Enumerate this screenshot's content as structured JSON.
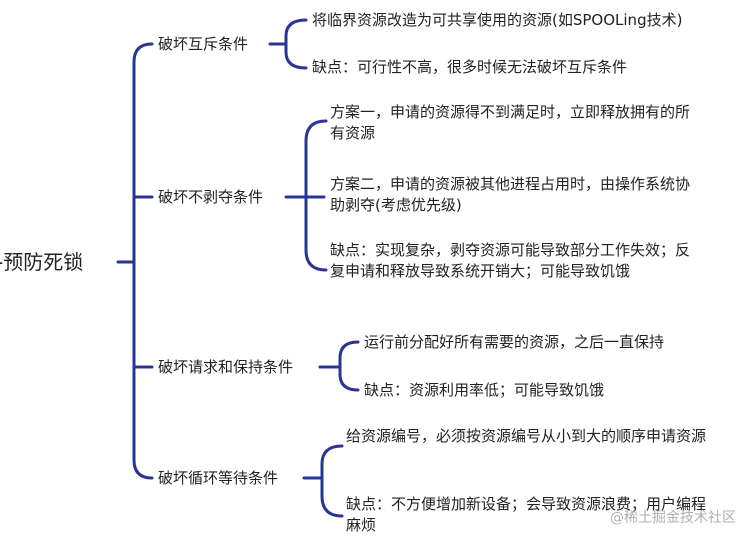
{
  "root": {
    "label": "-预防死锁"
  },
  "branches": [
    {
      "label": "破坏互斥条件",
      "items": [
        "将临界资源改造为可共享使用的资源(如SPOOLing技术)",
        "缺点：可行性不高，很多时候无法破坏互斥条件"
      ]
    },
    {
      "label": "破坏不剥夺条件",
      "items": [
        "方案一，申请的资源得不到满足时，立即释放拥有的所有资源",
        "方案二，申请的资源被其他进程占用时，由操作系统协助剥夺(考虑优先级)",
        "缺点：实现复杂，剥夺资源可能导致部分工作失效；反复申请和释放导致系统开销大；可能导致饥饿"
      ]
    },
    {
      "label": "破坏请求和保持条件",
      "items": [
        "运行前分配好所有需要的资源，之后一直保持",
        "缺点：资源利用率低；可能导致饥饿"
      ]
    },
    {
      "label": "破坏循环等待条件",
      "items": [
        "给资源编号，必须按资源编号从小到大的顺序申请资源",
        "缺点：不方便增加新设备；会导致资源浪费；用户编程麻烦"
      ]
    }
  ],
  "watermark": "@稀土掘金技术社区",
  "colors": {
    "connector": "#283593",
    "text": "#222222"
  }
}
